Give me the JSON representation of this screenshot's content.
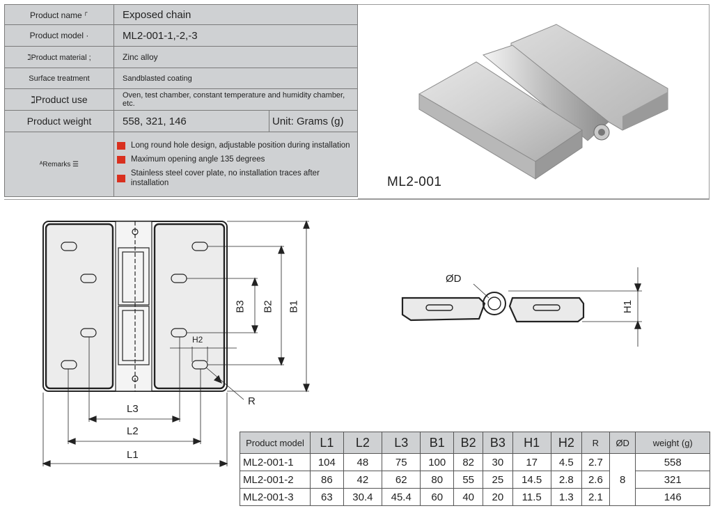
{
  "spec": {
    "product_name_label": "Product name ⸀",
    "product_name": "Exposed chain",
    "product_model_label": "Product model ·",
    "product_model": "ML2-001-1,-2,-3",
    "material_label": "ℷProduct material ;",
    "material": "Zinc alloy",
    "surface_label": "Surface treatment",
    "surface": "Sandblasted coating",
    "use_label": "ℷProduct use",
    "use": "Oven, test chamber, constant temperature and humidity chamber, etc.",
    "weight_label": "Product weight",
    "weight": "558, 321, 146",
    "unit": "Unit: Grams (g)",
    "remarks_label": "ᴬRemarks ☰",
    "remarks": [
      "Long round hole design, adjustable position during installation",
      "Maximum opening angle 135 degrees",
      "Stainless steel cover plate, no installation traces after installation"
    ]
  },
  "photo": {
    "caption": "ML2-001"
  },
  "drawing": {
    "front": {
      "b3": "B3",
      "b2": "B2",
      "b1": "B1",
      "h2": "H2",
      "r": "R",
      "l3": "L3",
      "l2": "L2",
      "l1": "L1"
    },
    "side": {
      "d": "ØD",
      "h1": "H1"
    }
  },
  "dims_table": {
    "headers": [
      "Product model",
      "L1",
      "L2",
      "L3",
      "B1",
      "B2",
      "B3",
      "H1",
      "H2",
      "R",
      "ØD",
      "weight (g)"
    ],
    "rows": [
      {
        "model": "ML2-001-1",
        "l1": "104",
        "l2": "48",
        "l3": "75",
        "b1": "100",
        "b2": "82",
        "b3": "30",
        "h1": "17",
        "h2": "4.5",
        "r": "2.7",
        "w": "558"
      },
      {
        "model": "ML2-001-2",
        "l1": "86",
        "l2": "42",
        "l3": "62",
        "b1": "80",
        "b2": "55",
        "b3": "25",
        "h1": "14.5",
        "h2": "2.8",
        "r": "2.6",
        "w": "321"
      },
      {
        "model": "ML2-001-3",
        "l1": "63",
        "l2": "30.4",
        "l3": "45.4",
        "b1": "60",
        "b2": "40",
        "b3": "20",
        "h1": "11.5",
        "h2": "1.3",
        "r": "2.1",
        "w": "146"
      }
    ],
    "d_value": "8"
  }
}
